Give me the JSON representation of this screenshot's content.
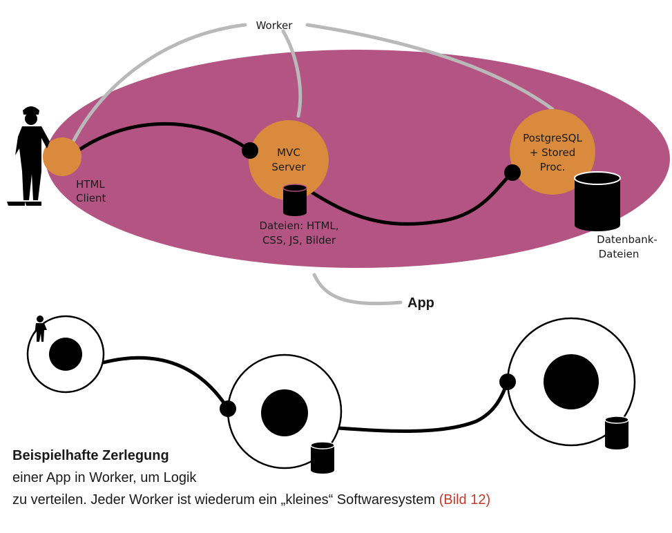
{
  "labels": {
    "worker": "Worker",
    "html_client": [
      "HTML",
      "Client"
    ],
    "mvc_server": [
      "MVC",
      "Server"
    ],
    "postgres": [
      "PostgreSQL",
      "+ Stored",
      "Proc."
    ],
    "files": [
      "Dateien: HTML,",
      "CSS, JS, Bilder"
    ],
    "db_files": [
      "Datenbank-",
      "Dateien"
    ],
    "app": "App"
  },
  "caption": {
    "title": "Beispielhafte Zerlegung",
    "line1": "einer App in Worker, um Logik",
    "line2": "zu verteilen. Jeder Worker ist wiederum ein „kleines“ Softwaresystem ",
    "ref": "(Bild 12)"
  },
  "colors": {
    "app_ellipse": "#b35483",
    "worker_node": "#d98a3c",
    "worker_link": "#b9b9b9",
    "ink": "#000000",
    "caption_ref": "#c0392b"
  }
}
